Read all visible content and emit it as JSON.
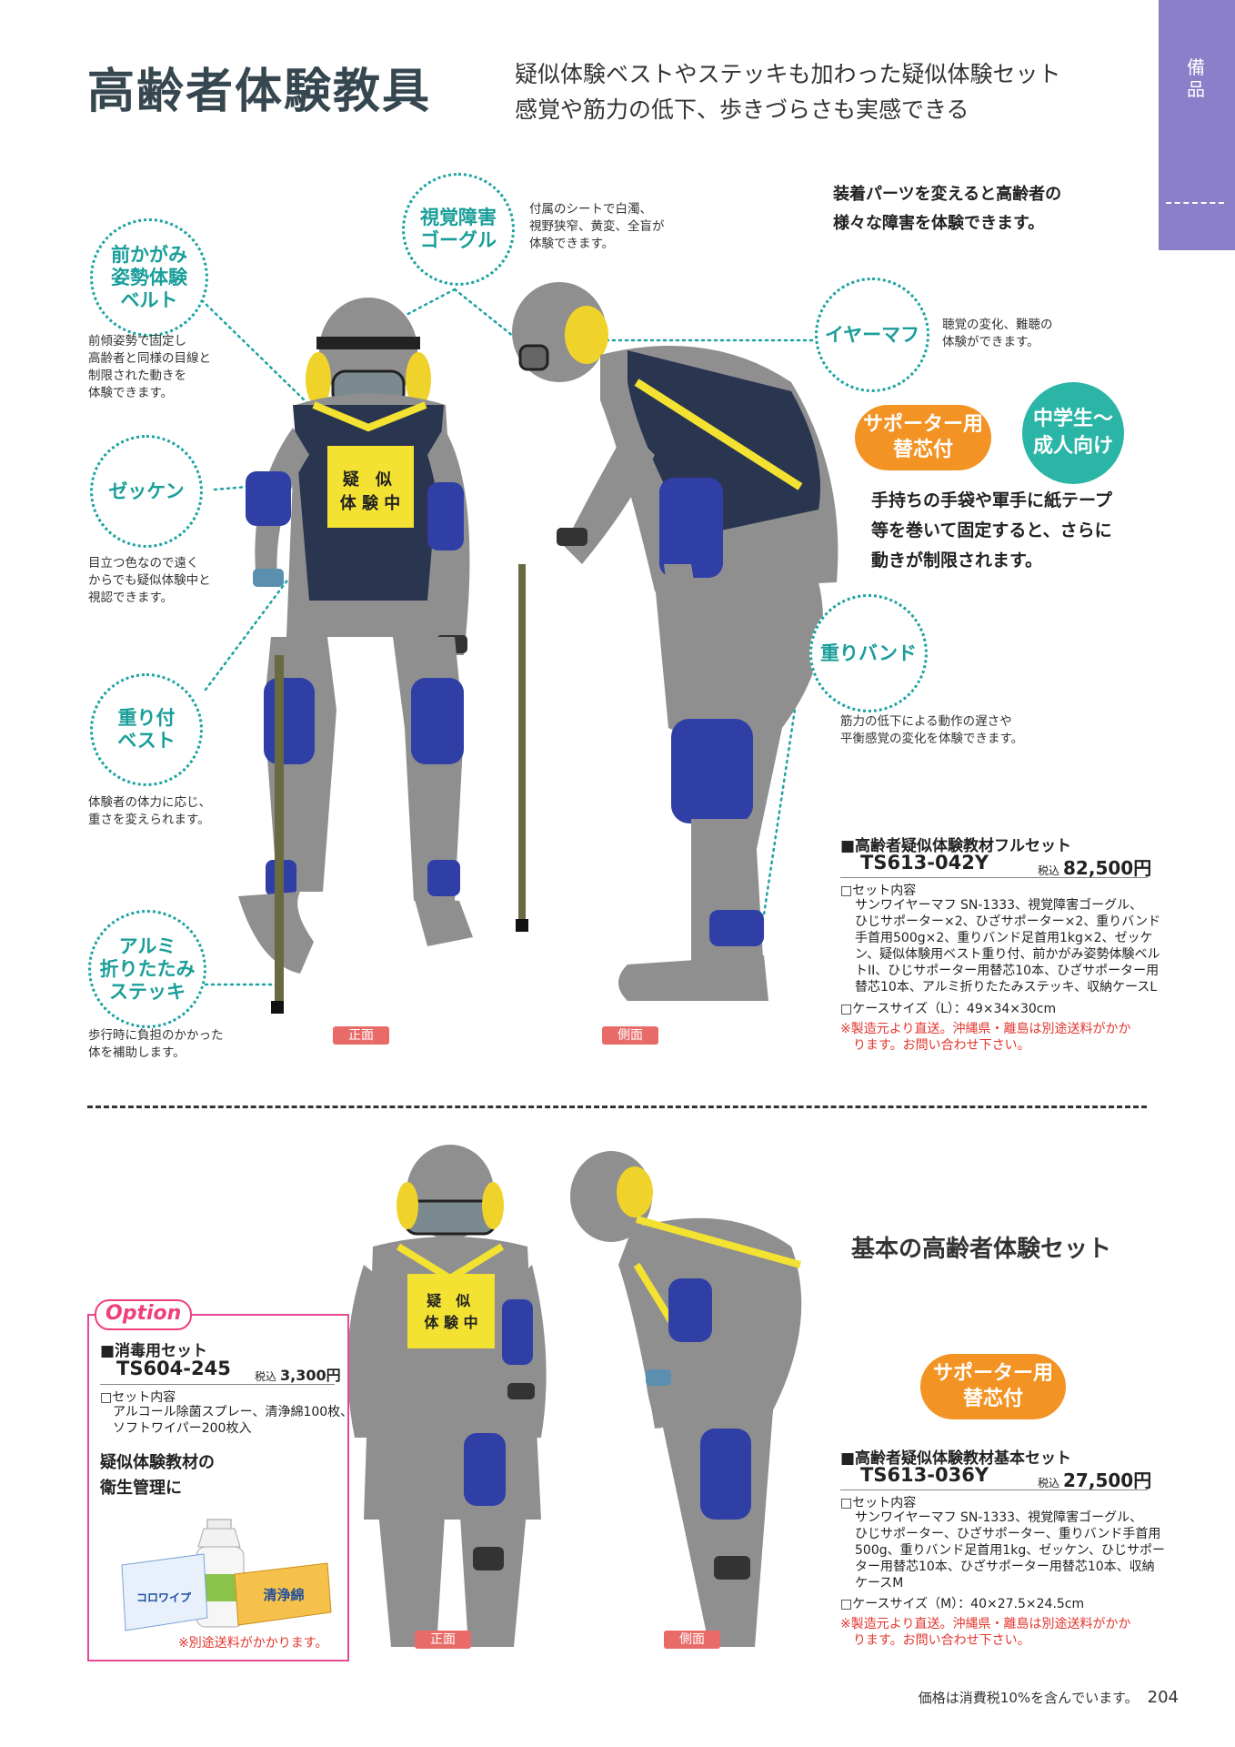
{
  "header": {
    "title": "高齢者体験教具",
    "subtitle_line1": "疑似体験ベストやステッキも加わった疑似体験セット",
    "subtitle_line2": "感覚や筋力の低下、歩きづらさも実感できる",
    "side_tab": "備品"
  },
  "section1": {
    "lead_text": "装着パーツを変えると高齢者の\n様々な障害を体験できます。",
    "callouts": {
      "belt": {
        "label": "前かがみ\n姿勢体験\nベルト",
        "desc": "前傾姿勢で固定し\n高齢者と同様の目線と\n制限された動きを\n体験できます。"
      },
      "goggle": {
        "label": "視覚障害\nゴーグル",
        "desc": "付属のシートで白濁、\n視野狭窄、黄変、全盲が\n体験できます。"
      },
      "earmuff": {
        "label": "イヤーマフ",
        "desc": "聴覚の変化、難聴の\n体験ができます。"
      },
      "zekken": {
        "label": "ゼッケン",
        "desc": "目立つ色なので遠く\nからでも疑似体験中と\n視認できます。"
      },
      "vest": {
        "label": "重り付\nベスト",
        "desc": "体験者の体力に応じ、\n重さを変えられます。"
      },
      "band": {
        "label": "重りバンド",
        "desc": "筋力の低下による動作の遅さや\n平衡感覚の変化を体験できます。"
      },
      "stick": {
        "label": "アルミ\n折りたたみ\nステッキ",
        "desc": "歩行時に負担のかかった\n体を補助します。"
      }
    },
    "supporter_badge": "サポーター用\n替芯付",
    "age_badge": "中学生～\n成人向け",
    "hint_text": "手持ちの手袋や軍手に紙テープ\n等を巻いて固定すると、さらに\n動きが制限されます。",
    "view_front": "正面",
    "view_side": "側面",
    "vest_text_1": "疑　似",
    "vest_text_2": "体 験 中",
    "product": {
      "name": "■高齢者疑似体験教材フルセット",
      "code": "TS613-042Y",
      "tax_label": "税込",
      "price": "82,500円",
      "contents_head": "□セット内容",
      "contents": "サンワイヤーマフ SN-1333、視覚障害ゴーグル、\nひじサポーター×2、ひざサポーター×2、重りバンド\n手首用500g×2、重りバンド足首用1kg×2、ゼッケ\nン、疑似体験用ベスト重り付、前かがみ姿勢体験ベル\nトII、ひじサポーター用替芯10本、ひざサポーター用\n替芯10本、アルミ折りたたみステッキ、収納ケースL",
      "case": "□ケースサイズ（L）：49×34×30cm",
      "note": "※製造元より直送。沖縄県・離島は別途送料がかか\n　ります。お問い合わせ下さい。"
    }
  },
  "section2": {
    "heading": "基本の高齢者体験セット",
    "supporter_badge": "サポーター用\n替芯付",
    "view_front": "正面",
    "view_side": "側面",
    "vest_text_1": "疑　似",
    "vest_text_2": "体 験 中",
    "product": {
      "name": "■高齢者疑似体験教材基本セット",
      "code": "TS613-036Y",
      "tax_label": "税込",
      "price": "27,500円",
      "contents_head": "□セット内容",
      "contents": "サンワイヤーマフ SN-1333、視覚障害ゴーグル、\nひじサポーター、ひざサポーター、重りバンド手首用\n500g、重りバンド足首用1kg、ゼッケン、ひじサポー\nター用替芯10本、ひざサポーター用替芯10本、収納\nケースM",
      "case": "□ケースサイズ（M）：40×27.5×24.5cm",
      "note": "※製造元より直送。沖縄県・離島は別途送料がかか\n　ります。お問い合わせ下さい。"
    },
    "option": {
      "tab": "Option",
      "name": "■消毒用セット",
      "code": "TS604-245",
      "tax_label": "税込",
      "price": "3,300円",
      "contents_head": "□セット内容",
      "contents": "アルコール除菌スプレー、清浄綿100枚、\nソフトワイパー200枚入",
      "tagline": "疑似体験教材の\n衛生管理に",
      "box_left_text": "コロワイプ",
      "box_right_text": "清浄綿",
      "shipping_note": "※別途送料がかかります。"
    }
  },
  "footer": {
    "tax_note": "価格は消費税10%を含んでいます。",
    "page_number": "204"
  },
  "colors": {
    "title": "#37474f",
    "teal": "#1aa3a1",
    "orange": "#f39323",
    "teal_fill": "#2ab5a7",
    "view_tag": "#e96b68",
    "side_tab": "#8a7fc8",
    "option_pink": "#e64993",
    "note_red": "#e2362e",
    "mannequin": "#8f8f8f",
    "supporter_blue": "#2f3fa6",
    "vest_yellow": "#f3e232"
  }
}
